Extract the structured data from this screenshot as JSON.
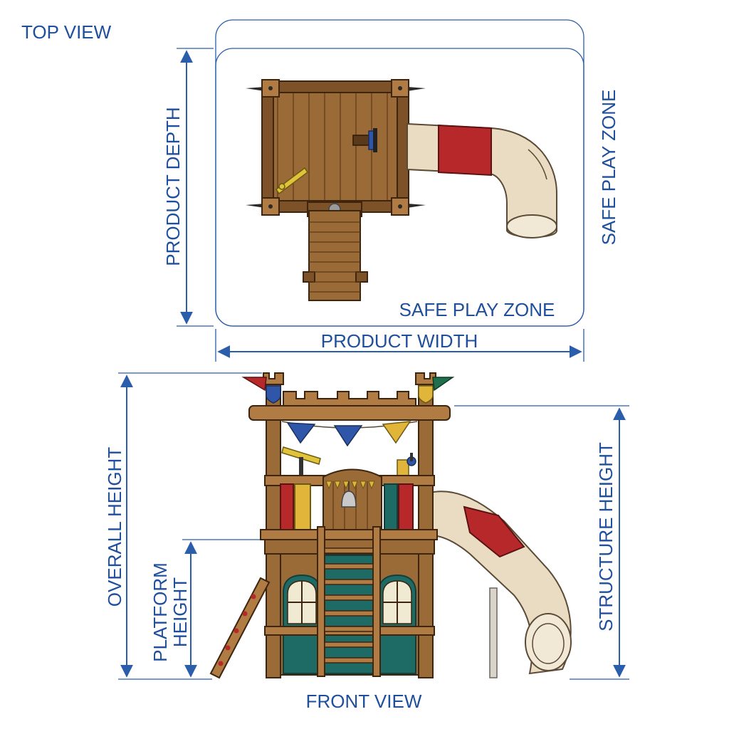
{
  "views": {
    "top": "TOP VIEW",
    "front": "FRONT VIEW"
  },
  "dimensions": {
    "product_depth": "PRODUCT DEPTH",
    "product_width": "PRODUCT WIDTH",
    "safe_zone_side": "SAFE PLAY ZONE",
    "safe_zone_inner": "SAFE PLAY ZONE",
    "overall_height": "OVERALL HEIGHT",
    "platform_height_line1": "PLATFORM",
    "platform_height_line2": "HEIGHT",
    "structure_height": "STRUCTURE HEIGHT"
  },
  "colors": {
    "label": "#1f4f9c",
    "dimension_line": "#2a5daa",
    "wood": "#9a6a37",
    "teal_panel": "#1e6b66",
    "slide_cream": "#eadcc2",
    "slide_red": "#b7282a",
    "flag_blue": "#2f56a8",
    "flag_yellow": "#e0b53a",
    "flag_green": "#1f6e4c",
    "flag_red": "#b7282a"
  }
}
